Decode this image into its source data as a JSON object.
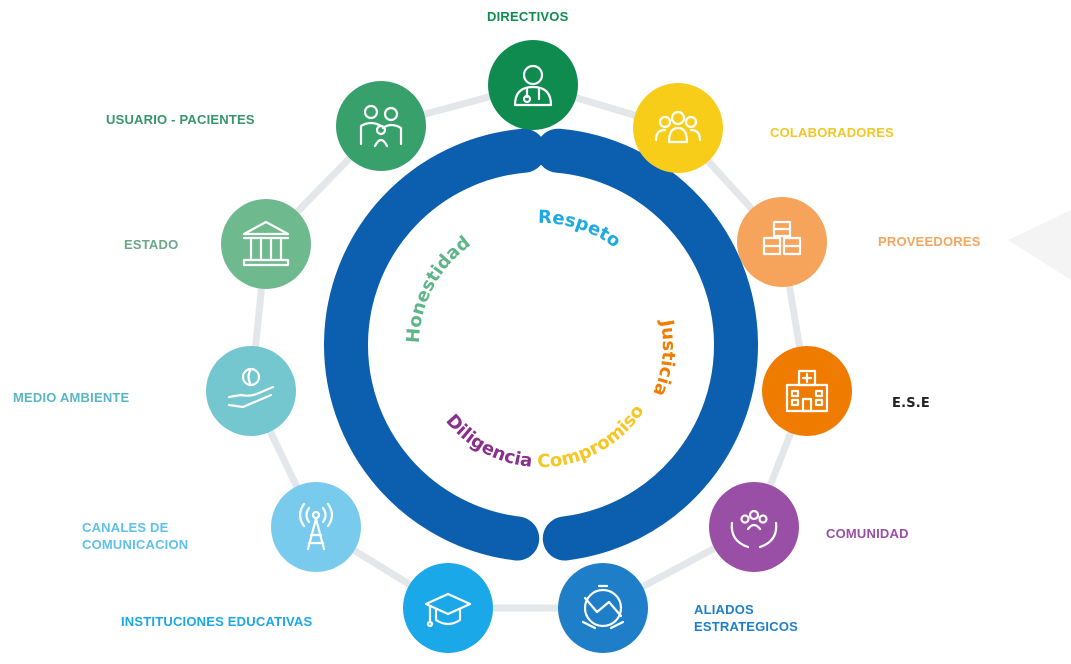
{
  "stakeholders": [
    {
      "label": "DIRECTIVOS",
      "icon": "doctor-icon",
      "color": "#0f8b4f",
      "label_color": "#0f8b4f"
    },
    {
      "label": "COLABORADORES",
      "icon": "team-group-icon",
      "color": "#f7cd1a",
      "label_color": "#f3c623"
    },
    {
      "label": "PROVEEDORES",
      "icon": "boxes-icon",
      "color": "#f6a35b",
      "label_color": "#f5a560"
    },
    {
      "label": "E.S.E",
      "icon": "hospital-building-icon",
      "color": "#ef7c00",
      "label_color": "#222222"
    },
    {
      "label": "COMUNIDAD",
      "icon": "community-hands-icon",
      "color": "#9a4fa6",
      "label_color": "#9a4fa6"
    },
    {
      "label": "ALIADOS ESTRATEGICOS",
      "icon": "handshake-icon",
      "color": "#1e7fc8",
      "label_color": "#1e7fc8"
    },
    {
      "label": "INSTITUCIONES EDUCATIVAS",
      "icon": "graduation-cap-icon",
      "color": "#1aa8e8",
      "label_color": "#1aa8e8"
    },
    {
      "label": "CANALES DE COMUNICACION",
      "icon": "antenna-tower-icon",
      "color": "#79cbee",
      "label_color": "#5fc0ea"
    },
    {
      "label": "MEDIO AMBIENTE",
      "icon": "plant-hand-icon",
      "color": "#74c6cf",
      "label_color": "#5ab6c4"
    },
    {
      "label": "ESTADO",
      "icon": "government-building-icon",
      "color": "#6fb98e",
      "label_color": "#6aa888"
    },
    {
      "label": "USUARIO - PACIENTES",
      "icon": "family-icon",
      "color": "#37a06b",
      "label_color": "#37956a"
    }
  ],
  "values": [
    {
      "label": "Respeto",
      "color": "#1ea9e1"
    },
    {
      "label": "Justicia",
      "color": "#f07d00"
    },
    {
      "label": "Compromiso",
      "color": "#f6c623"
    },
    {
      "label": "Diligencia",
      "color": "#8b2f8f"
    },
    {
      "label": "Honestidad",
      "color": "#5fb58a"
    }
  ],
  "ring_color": "#0b5fae",
  "connector_color": "#e4e7ea"
}
